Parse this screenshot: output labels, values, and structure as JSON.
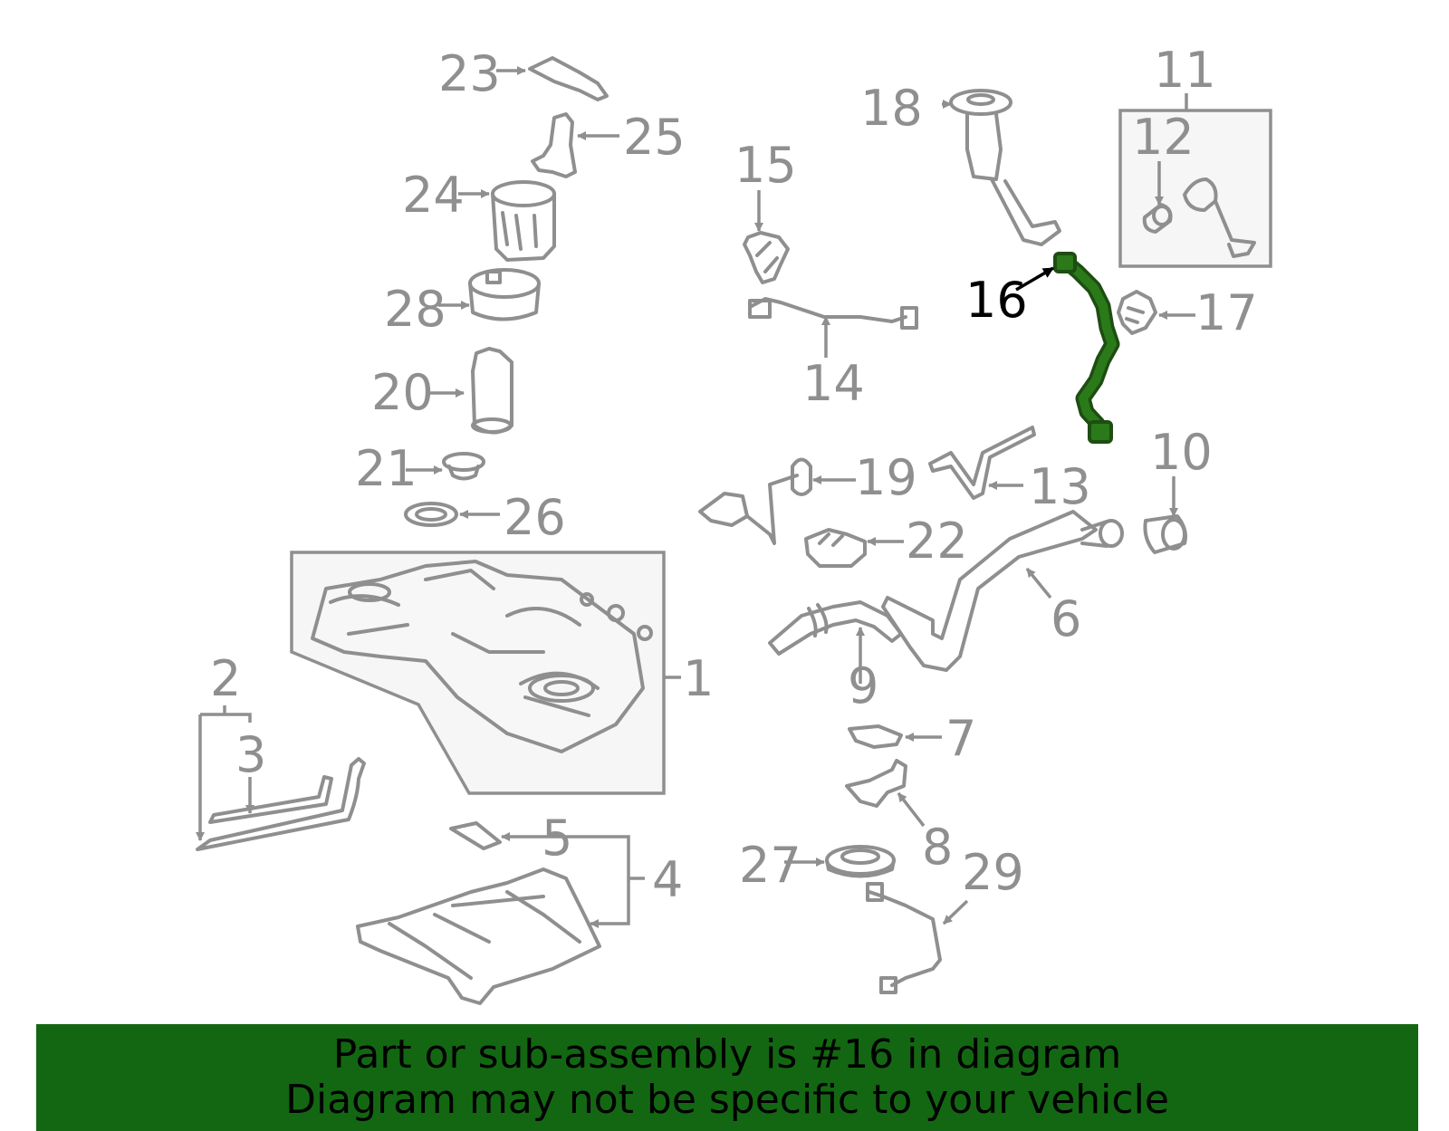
{
  "diagram": {
    "highlight_color": "#2a7a1a",
    "part_color": "#8f8f8f",
    "callouts": [
      {
        "id": "c1",
        "text": "1"
      },
      {
        "id": "c2",
        "text": "2"
      },
      {
        "id": "c3",
        "text": "3"
      },
      {
        "id": "c4",
        "text": "4"
      },
      {
        "id": "c5",
        "text": "5"
      },
      {
        "id": "c6",
        "text": "6"
      },
      {
        "id": "c7",
        "text": "7"
      },
      {
        "id": "c8",
        "text": "8"
      },
      {
        "id": "c9",
        "text": "9"
      },
      {
        "id": "c10",
        "text": "10"
      },
      {
        "id": "c11",
        "text": "11"
      },
      {
        "id": "c12",
        "text": "12"
      },
      {
        "id": "c13",
        "text": "13"
      },
      {
        "id": "c14",
        "text": "14"
      },
      {
        "id": "c15",
        "text": "15"
      },
      {
        "id": "c16",
        "text": "16",
        "highlighted": true
      },
      {
        "id": "c17",
        "text": "17"
      },
      {
        "id": "c18",
        "text": "18"
      },
      {
        "id": "c19",
        "text": "19"
      },
      {
        "id": "c20",
        "text": "20"
      },
      {
        "id": "c21",
        "text": "21"
      },
      {
        "id": "c22",
        "text": "22"
      },
      {
        "id": "c23",
        "text": "23"
      },
      {
        "id": "c24",
        "text": "24"
      },
      {
        "id": "c25",
        "text": "25"
      },
      {
        "id": "c26",
        "text": "26"
      },
      {
        "id": "c27",
        "text": "27"
      },
      {
        "id": "c28",
        "text": "28"
      },
      {
        "id": "c29",
        "text": "29"
      }
    ]
  },
  "banner": {
    "background": "#136712",
    "line1": "Part or sub-assembly is #16 in diagram",
    "line2": "Diagram may not be specific to your vehicle"
  }
}
